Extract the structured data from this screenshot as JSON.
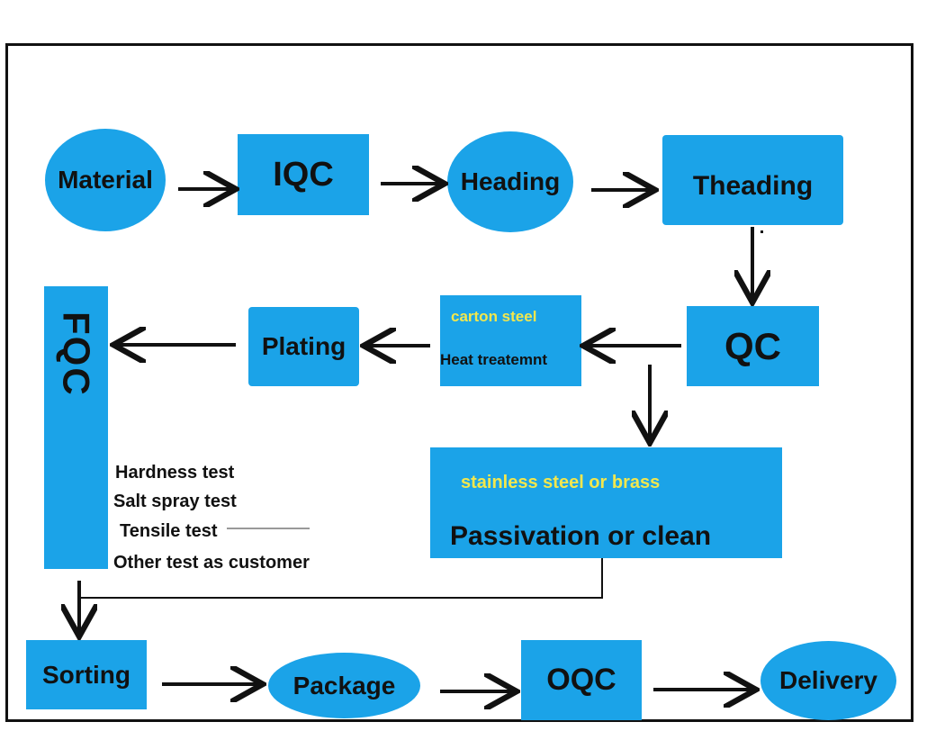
{
  "nodes": {
    "material": "Material",
    "iqc": "IQC",
    "heading": "Heading",
    "theading": "Theading",
    "qc": "QC",
    "heat_treatment_note": "carton steel",
    "heat_treatment": "Heat treatemnt",
    "plating": "Plating",
    "fqc": "FQC",
    "passivation_note": "stainless steel or brass",
    "passivation": "Passivation or clean",
    "sorting": "Sorting",
    "package": "Package",
    "oqc": "OQC",
    "delivery": "Delivery"
  },
  "fqc_tests": [
    "Hardness test",
    "Salt spray test",
    "Tensile test",
    "Other test as customer"
  ],
  "colors": {
    "node_fill": "#1ba3e8",
    "note_text": "#f2e74e",
    "text": "#111111",
    "arrow": "#111111"
  }
}
